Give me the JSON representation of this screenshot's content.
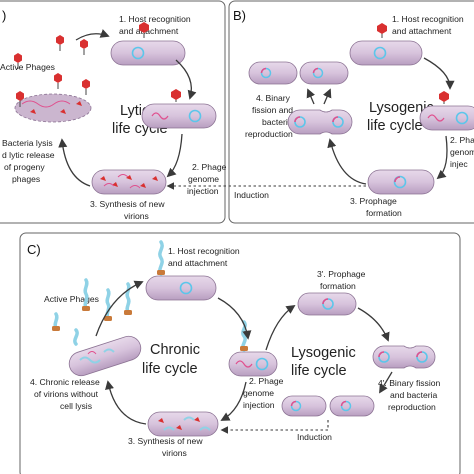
{
  "panels": {
    "a": {
      "label": ")",
      "title": [
        "Lytic",
        "life cycle"
      ],
      "steps": {
        "s1": [
          "1. Host recognition",
          "and attachment"
        ],
        "s2": [
          "2. Phage",
          "genome",
          "injection"
        ],
        "s3": [
          "3. Synthesis of new",
          "virions"
        ],
        "s4": [
          "Bacteria lysis",
          "d lytic release",
          "of progeny",
          "phages"
        ],
        "active": "Active Phages"
      }
    },
    "b": {
      "label": "B)",
      "title": [
        "Lysogenic",
        "life cycle"
      ],
      "steps": {
        "s1": [
          "1. Host recognition",
          "and attachment"
        ],
        "s2": [
          "2. Pha",
          "genom",
          "injec"
        ],
        "s3": [
          "3. Prophage",
          "formation"
        ],
        "s4": [
          "4. Binary",
          "fission and",
          "bacteria",
          "reproduction"
        ],
        "induction": "Induction"
      }
    },
    "c": {
      "label": "C)",
      "title_chronic": [
        "Chronic",
        "life cycle"
      ],
      "title_lyso": [
        "Lysogenic",
        "life cycle"
      ],
      "steps": {
        "s1": [
          "1. Host recognition",
          "and attachment"
        ],
        "s2": [
          "2. Phage",
          "genome",
          "injection"
        ],
        "s3": [
          "3. Synthesis of new",
          "virions"
        ],
        "s4": [
          "4. Chronic release",
          "of virions without",
          "cell lysis"
        ],
        "s3p": [
          "3'. Prophage",
          "formation"
        ],
        "s4p": [
          "4'.  Binary fission",
          "and bacteria",
          "reproduction"
        ],
        "active": "Active Phages",
        "induction": "Induction"
      }
    }
  },
  "colors": {
    "cell": "#d7c3dc",
    "cell_stroke": "#8c7394",
    "nucleoid": "#5cc6ea",
    "phage_head": "#d93030",
    "filament": "#8fd2e6",
    "filament_head": "#c97a3a",
    "dna": "#e0508e"
  }
}
